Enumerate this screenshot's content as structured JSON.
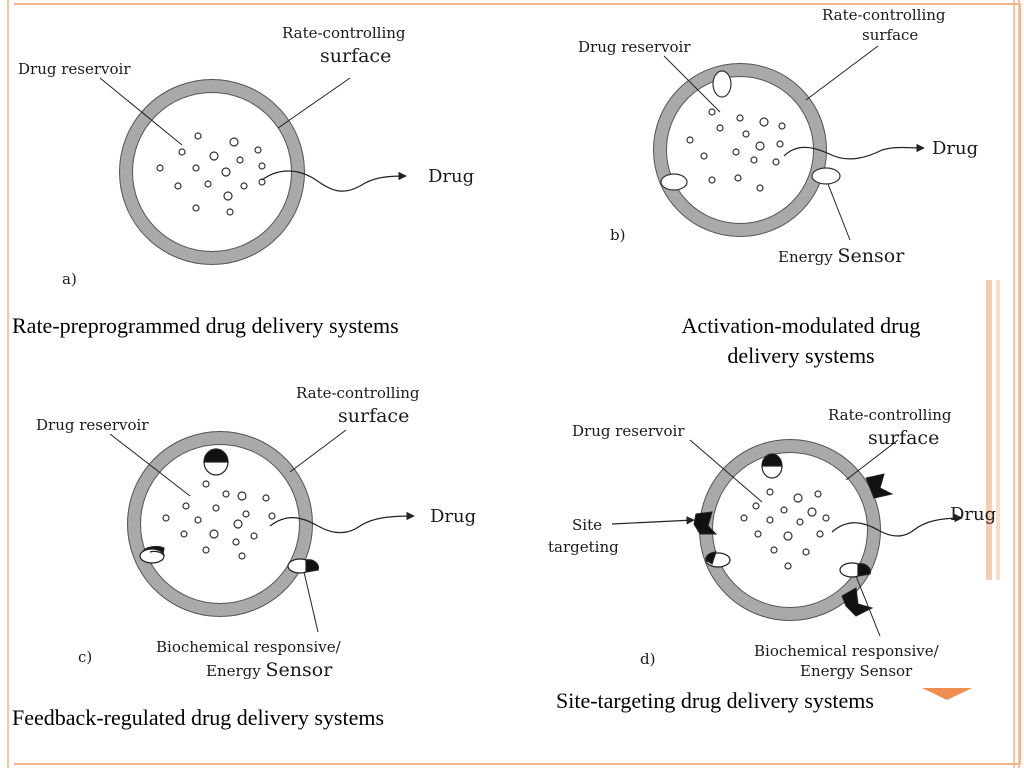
{
  "colors": {
    "accent": "#f2a679",
    "accent_dark": "#e07b3c",
    "ring": "#a9a9a9",
    "ink": "#222222"
  },
  "panels": {
    "a": {
      "tag": "a)",
      "reservoir_label": "Drug reservoir",
      "surface_line1": "Rate-controlling",
      "surface_line2": "surface",
      "drug_label": "Drug",
      "caption": "Rate-preprogrammed drug delivery systems"
    },
    "b": {
      "tag": "b)",
      "reservoir_label": "Drug reservoir",
      "surface_line1": "Rate-controlling",
      "surface_line2": "surface",
      "drug_label": "Drug",
      "sensor_label_a": "Energy ",
      "sensor_label_b": "Sensor",
      "caption_line1": "Activation-modulated drug",
      "caption_line2": "delivery systems"
    },
    "c": {
      "tag": "c)",
      "reservoir_label": "Drug reservoir",
      "surface_line1": "Rate-controlling",
      "surface_line2": "surface",
      "drug_label": "Drug",
      "sensor_line1": "Biochemical responsive/",
      "sensor_line2a": "Energy ",
      "sensor_line2b": "Sensor",
      "caption": "Feedback-regulated  drug delivery systems"
    },
    "d": {
      "tag": "d)",
      "reservoir_label": "Drug reservoir",
      "surface_line1": "Rate-controlling",
      "surface_line2": "surface",
      "drug_label": "Drug",
      "site_line1": "Site",
      "site_line2": "targeting",
      "sensor_line1": "Biochemical responsive/",
      "sensor_line2": "Energy Sensor",
      "caption": "Site-targeting drug delivery systems"
    }
  }
}
